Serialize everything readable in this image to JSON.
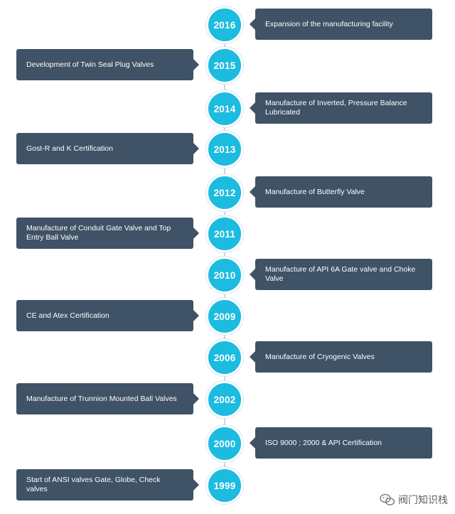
{
  "timeline": {
    "entries": [
      {
        "year": "2016",
        "text": "Expansion of the manufacturing facility",
        "side": "right"
      },
      {
        "year": "2015",
        "text": "Development of Twin Seal Plug Valves",
        "side": "left"
      },
      {
        "year": "2014",
        "text": "Manufacture of Inverted, Pressure Balance Lubricated",
        "side": "right"
      },
      {
        "year": "2013",
        "text": "Gost-R and K Certification",
        "side": "left"
      },
      {
        "year": "2012",
        "text": "Manufacture of Butterfly Valve",
        "side": "right"
      },
      {
        "year": "2011",
        "text": "Manufacture of Conduit Gate Valve and Top Entry Ball Valve",
        "side": "left"
      },
      {
        "year": "2010",
        "text": "Manufacture of API 6A Gate valve and Choke Valve",
        "side": "right"
      },
      {
        "year": "2009",
        "text": "CE and Atex Certification",
        "side": "left"
      },
      {
        "year": "2006",
        "text": "Manufacture of Cryogenic Valves",
        "side": "right"
      },
      {
        "year": "2002",
        "text": "Manufacture of Trunnion Mounted Ball Valves",
        "side": "left"
      },
      {
        "year": "2000",
        "text": "ISO 9000 ; 2000 & API Certification",
        "side": "right"
      },
      {
        "year": "1999",
        "text": "Start of ANSI valves Gate, Globe, Check valves",
        "side": "left"
      }
    ]
  },
  "colors": {
    "node": "#1cbbe0",
    "box": "#3f5266",
    "line": "#c9d6de"
  },
  "watermark": {
    "text": "阀门知识栈",
    "icon": "wechat-icon"
  }
}
